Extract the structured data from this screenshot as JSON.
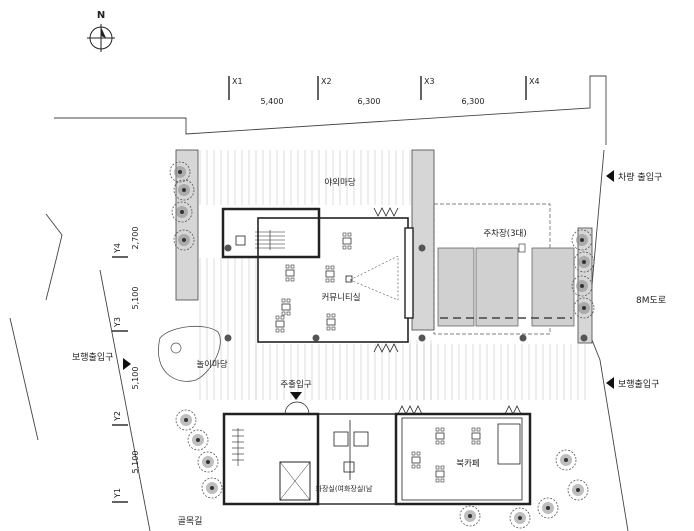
{
  "north": "N",
  "grid": {
    "x_axes": [
      "X1",
      "X2",
      "X3",
      "X4"
    ],
    "x_dims": [
      "5,400",
      "6,300",
      "6,300"
    ],
    "y_axes": [
      "Y4",
      "Y3",
      "Y2",
      "Y1"
    ],
    "y_dims": [
      "2,700",
      "5,100",
      "5,100",
      "5,100"
    ]
  },
  "rooms": {
    "outdoor_yard": "야외마당",
    "parking": "주차장(3대)",
    "community": "커뮤니티실",
    "play_yard": "놀이마당",
    "main_entrance": "주출입구",
    "book_cafe": "북카페",
    "restroom": "화장실(여화장실(남"
  },
  "entrances": {
    "vehicle": "차량 출입구",
    "pedestrian_left": "보행출입구",
    "pedestrian_right": "보행출입구"
  },
  "roads": {
    "main_road": "8M도로",
    "alley": "골목길"
  }
}
